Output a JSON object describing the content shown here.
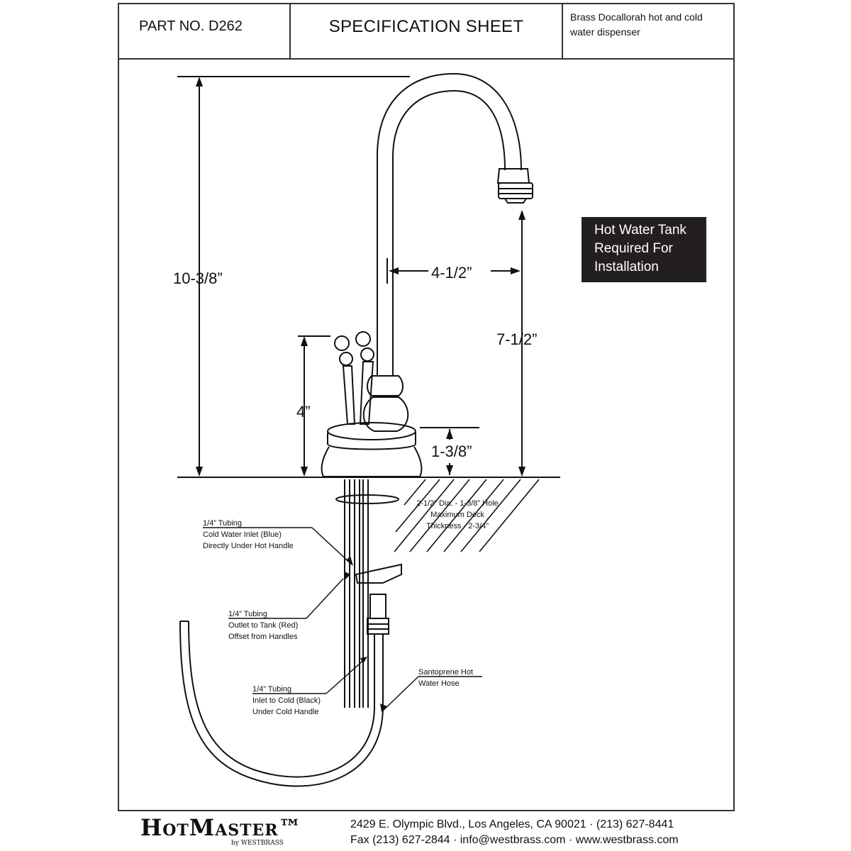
{
  "header": {
    "part_label": "PART NO.",
    "part_number": "D262",
    "title": "SPECIFICATION SHEET",
    "description": "Brass Docallorah hot and cold water dispenser"
  },
  "dimensions": {
    "overall_height": "10-3/8”",
    "spout_reach": "4-1/2”",
    "spout_clearance": "7-1/2”",
    "handle_height": "4”",
    "base_height": "1-3/8”"
  },
  "notice": {
    "line1": "Hot Water Tank",
    "line2": "Required For",
    "line3": "Installation"
  },
  "callouts": {
    "deck_hole": [
      "2-1/2” Dia. - 1-3/8” Hole",
      "Maximum Deck",
      "Thickness - 2-3/4”"
    ],
    "cold_inlet": [
      "1/4” Tubing",
      "Cold Water Inlet (Blue)",
      "Directly Under Hot Handle"
    ],
    "outlet_tank": [
      "1/4” Tubing",
      "Outlet to Tank (Red)",
      "Offset from Handles"
    ],
    "inlet_cold": [
      "1/4” Tubing",
      "Inlet to Cold (Black)",
      "Under Cold Handle"
    ],
    "hose": [
      "Santoprene Hot",
      "Water Hose"
    ]
  },
  "footer": {
    "brand": "HotMaster™",
    "brand_sub": "by WESTBRASS",
    "address": "2429 E. Olympic Blvd., Los Angeles, CA  90021 · (213) 627-8441",
    "contact": "Fax (213) 627-2844 · info@westbrass.com · www.westbrass.com"
  }
}
